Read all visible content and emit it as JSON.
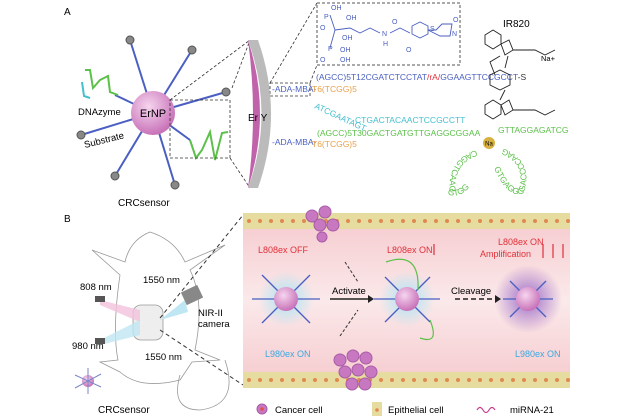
{
  "panel_a": {
    "label": "A",
    "nanoparticle": "ErNP",
    "dnazyme": "DNAzyme",
    "substrate": "Substrate",
    "sensor": "CRCsensor",
    "shell": "Er Y",
    "linker_1": "-ADA-MBA-",
    "linker_2": "-ADA-MBA-",
    "seq_blue": "(AGCC)5T12CGATCTCCTAT",
    "seq_rA": "/rA/",
    "seq_blue_end": "GGAAGTTCCGCCT",
    "thiol": "-S",
    "seq_orange_1": "T6(TCGG)5",
    "seq_orange_2": "T6(TCGG)5",
    "seq_cyan_1": "ATCGAATAGT",
    "seq_cyan_2": "CTGACTACAACTCCGCCTT",
    "seq_green": "(AGCC)5T30GACTGATGTTGAGGCGGAA",
    "seq_green_right": "GTTAGGAGATCG",
    "seq_loop_left": "CAGGTCAAGGTGG",
    "seq_loop_right": "GTGAGGGGACCCCAAGAGTCGCGCCCC",
    "na_ion": "Na",
    "dye": "IR820",
    "counter_ion": "Na+",
    "chem_labels": [
      "OH",
      "OH",
      "OH",
      "OH",
      "OH",
      "P",
      "P",
      "N",
      "H",
      "S",
      "N",
      "O",
      "O",
      "O",
      "O",
      "O"
    ]
  },
  "panel_b": {
    "label": "B",
    "laser_808": "808 nm",
    "laser_980": "980 nm",
    "emission_1": "1550 nm",
    "emission_2": "1550 nm",
    "camera": "NIR-II camera",
    "sensor": "CRCsensor",
    "l808_off": "L808ex OFF",
    "l808_on": "L808ex ON",
    "l808_amp_1": "L808ex ON",
    "l808_amp_2": "Amplification",
    "l980_on_1": "L980ex ON",
    "l980_on_2": "L980ex ON",
    "activate": "Activate",
    "cleavage": "Cleavage",
    "legend": {
      "cancer": "Cancer cell",
      "epithelial": "Epithelial cell",
      "mirna": "miRNA-21"
    }
  },
  "colors": {
    "particle": "#d98ccd",
    "blue_dna": "#4a5fc1",
    "orange_dna": "#e8a04a",
    "green_dna": "#5cc04a",
    "cyan_dna": "#45c0d0",
    "red_text": "#e0303a",
    "blue_text": "#3aa8e0",
    "vessel": "#f7d3d6",
    "epithelial": "#e6dca0"
  }
}
